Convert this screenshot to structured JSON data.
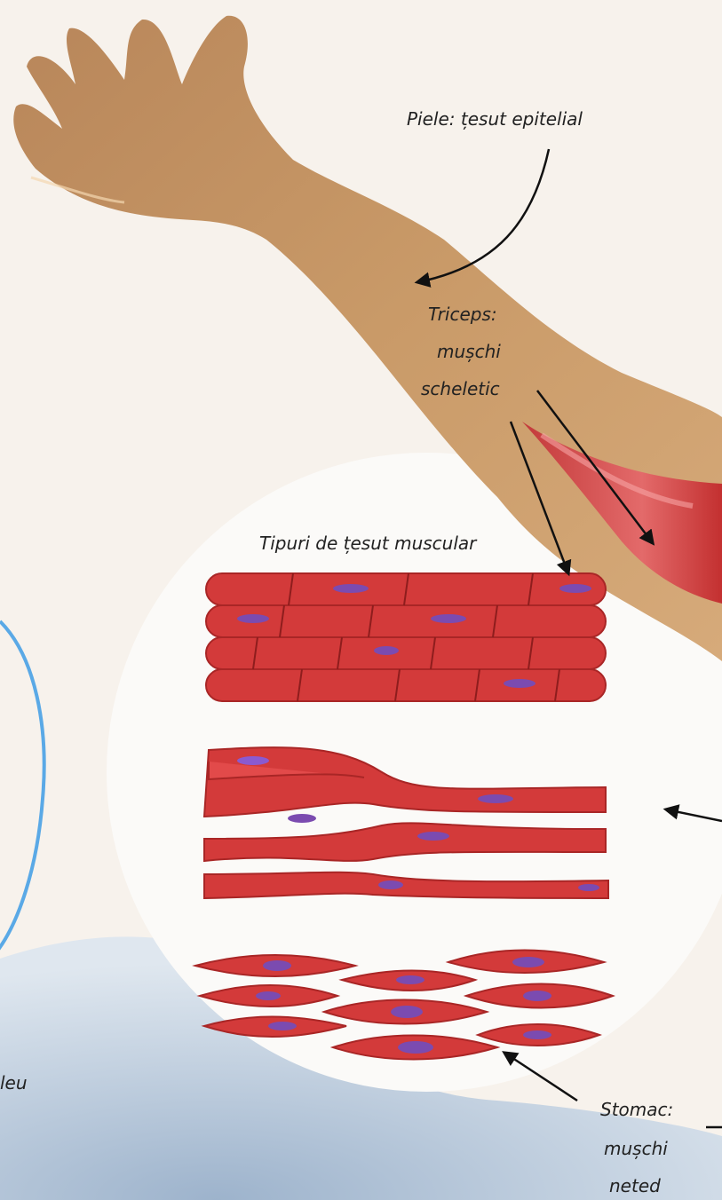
{
  "labels": {
    "skin": "Piele: țesut epitelial",
    "triceps_line1": "Triceps:",
    "triceps_line2": "mușchi",
    "triceps_line3": "scheletic",
    "muscle_types_title": "Tipuri de țesut muscular",
    "stomach_line1": "Stomac:",
    "stomach_line2": "mușchi",
    "stomach_line3": "neted",
    "left_fragment": "leu"
  },
  "colors": {
    "skin": "#c99a68",
    "muscle_red": "#d33a3a",
    "muscle_dark": "#a92626",
    "nucleus": "#7b4bb0",
    "circle_outline": "#5aa9e6",
    "background": "#f7f2ec",
    "lower_shadow": "#b9c9dc"
  }
}
